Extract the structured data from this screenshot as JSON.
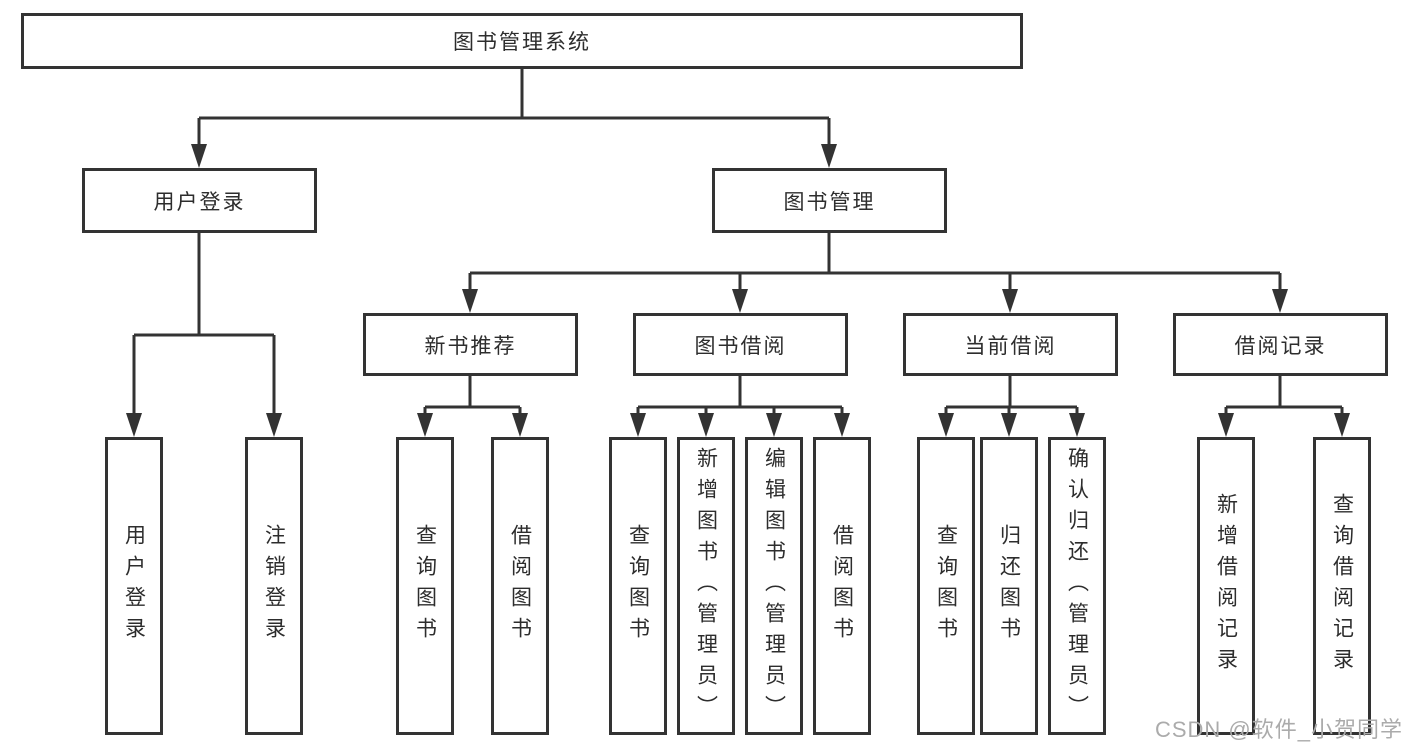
{
  "tree": {
    "root": {
      "label": "图书管理系统"
    },
    "level1": [
      {
        "id": "user-login",
        "label": "用户登录"
      },
      {
        "id": "book-management",
        "label": "图书管理"
      }
    ],
    "level2": [
      {
        "id": "new-book-recommend",
        "parent": "book-management",
        "label": "新书推荐"
      },
      {
        "id": "book-borrow",
        "parent": "book-management",
        "label": "图书借阅"
      },
      {
        "id": "current-borrow",
        "parent": "book-management",
        "label": "当前借阅"
      },
      {
        "id": "borrow-records",
        "parent": "book-management",
        "label": "借阅记录"
      }
    ],
    "leaves": [
      {
        "parent": "user-login",
        "label": "用户登录"
      },
      {
        "parent": "user-login",
        "label": "注销登录"
      },
      {
        "parent": "new-book-recommend",
        "label": "查询图书"
      },
      {
        "parent": "new-book-recommend",
        "label": "借阅图书"
      },
      {
        "parent": "book-borrow",
        "label": "查询图书"
      },
      {
        "parent": "book-borrow",
        "label": "新增图书（管理员）"
      },
      {
        "parent": "book-borrow",
        "label": "编辑图书（管理员）"
      },
      {
        "parent": "book-borrow",
        "label": "借阅图书"
      },
      {
        "parent": "current-borrow",
        "label": "查询图书"
      },
      {
        "parent": "current-borrow",
        "label": "归还图书"
      },
      {
        "parent": "current-borrow",
        "label": "确认归还（管理员）"
      },
      {
        "parent": "borrow-records",
        "label": "新增借阅记录"
      },
      {
        "parent": "borrow-records",
        "label": "查询借阅记录"
      }
    ]
  },
  "watermark": {
    "text": "CSDN @软件_小贺同学"
  },
  "colors": {
    "line": "#333333",
    "box_border": "#333333",
    "box_fill": "#ffffff",
    "text": "#2d2d2d",
    "watermark": "#ababab",
    "background": "#ffffff"
  }
}
